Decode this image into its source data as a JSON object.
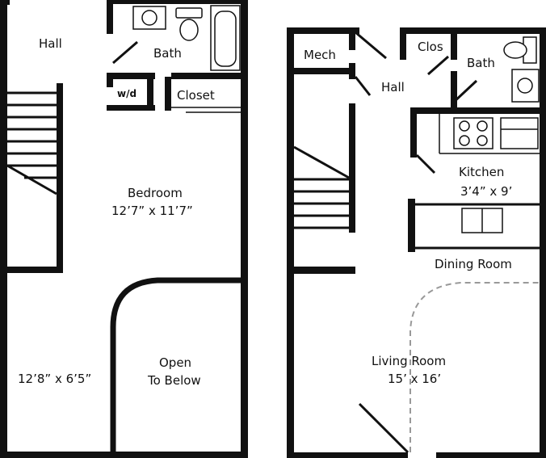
{
  "upper_floor": {
    "hall": "Hall",
    "bath": "Bath",
    "wd": "w/d",
    "closet": "Closet",
    "bedroom": "Bedroom",
    "bedroom_size": "12’7” x 11’7”",
    "open_line1": "Open",
    "open_line2": "To Below",
    "loft_size": "12’8” x 6’5”"
  },
  "lower_floor": {
    "mech": "Mech",
    "clos": "Clos",
    "bath": "Bath",
    "hall": "Hall",
    "kitchen": "Kitchen",
    "kitchen_size": "3’4” x 9’",
    "dining": "Dining Room",
    "living": "Living Room",
    "living_size": "15’ x 16’"
  }
}
